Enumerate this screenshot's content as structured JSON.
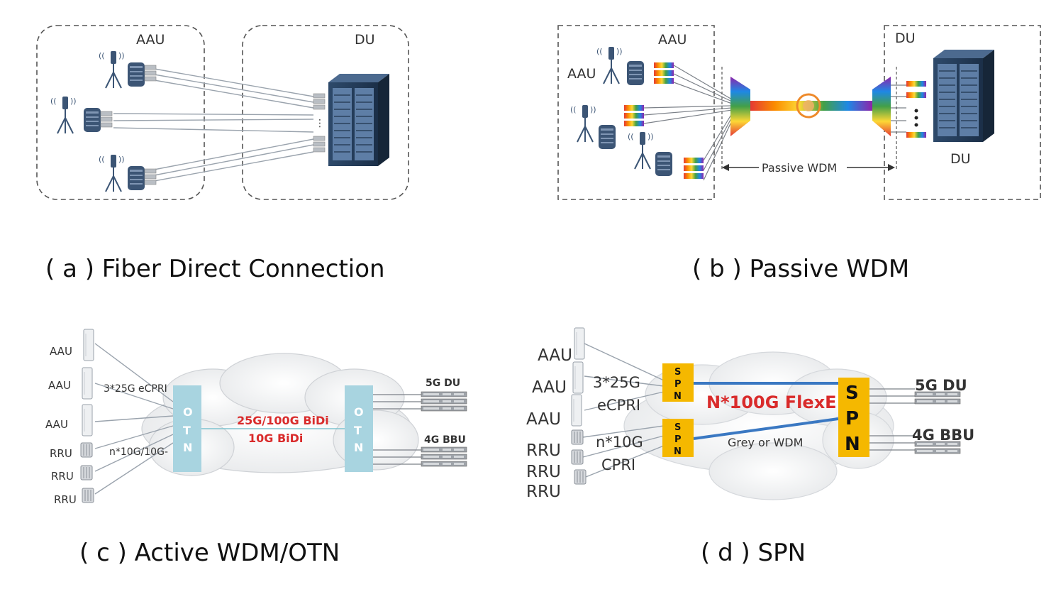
{
  "panel_a": {
    "aau_label": "AAU",
    "du_label": "DU",
    "caption": "( a ) Fiber Direct Connection"
  },
  "panel_b": {
    "aau_box_label": "AAU",
    "aau_side_label": "AAU",
    "du_box_label": "DU",
    "du_label": "DU",
    "span_label": "Passive WDM",
    "caption": "( b ) Passive WDM"
  },
  "panel_c": {
    "aau_labels": [
      "AAU",
      "AAU",
      "AAU"
    ],
    "rru_labels": [
      "RRU",
      "RRU",
      "RRU"
    ],
    "aau_link_label": "3*25G eCPRI",
    "rru_link_label": "n*10G/10G-",
    "otn_letters": [
      "O",
      "T",
      "N"
    ],
    "link_label_1": "25G/100G BiDi",
    "link_label_2": "10G BiDi",
    "du5g_label": "5G DU",
    "bbu4g_label": "4G BBU",
    "caption": "( c ) Active WDM/OTN",
    "accent_red": "#d92b2b",
    "otn_color": "#a8d4e0"
  },
  "panel_d": {
    "aau_labels": [
      "AAU",
      "AAU",
      "AAU"
    ],
    "rru_labels": [
      "RRU",
      "RRU",
      "RRU"
    ],
    "aau_link_label_1": "3*25G",
    "aau_link_label_2": "eCPRI",
    "rru_link_label_1": "n*10G",
    "rru_link_label_2": "CPRI",
    "spn_letters": [
      "S",
      "P",
      "N"
    ],
    "flexe_label": "N*100G FlexE",
    "grey_label": "Grey or WDM",
    "du5g_label": "5G DU",
    "bbu4g_label": "4G BBU",
    "caption": "( d ) SPN",
    "spn_color": "#f5b800",
    "link_color": "#3a78c2"
  }
}
